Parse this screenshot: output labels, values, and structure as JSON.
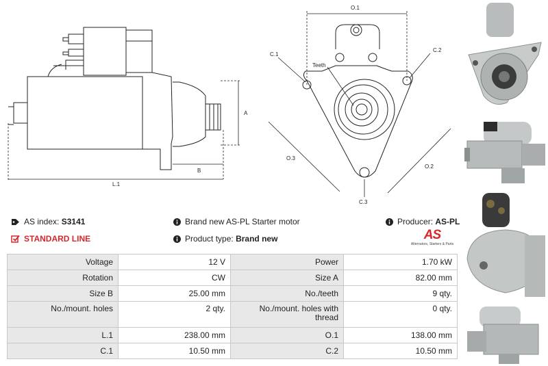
{
  "drawing_labels": {
    "side": {
      "A": "A",
      "B": "B",
      "L1": "L.1"
    },
    "front": {
      "O1": "O.1",
      "O2": "O.2",
      "O3": "O.3",
      "C1": "C.1",
      "C2": "C.2",
      "C3": "C.3",
      "teeth": "Teeth"
    }
  },
  "info": {
    "as_index_label": "AS index:",
    "as_index_value": "S3141",
    "line_badge": "STANDARD LINE",
    "description": "Brand new AS-PL Starter motor",
    "product_type_label": "Product type:",
    "product_type_value": "Brand new",
    "producer_label": "Producer:",
    "producer_value": "AS-PL",
    "logo_text": "AS",
    "logo_tagline": "Alternators, Starters & Parts"
  },
  "specs": [
    {
      "l1": "Voltage",
      "v1": "12 V",
      "l2": "Power",
      "v2": "1.70 kW"
    },
    {
      "l1": "Rotation",
      "v1": "CW",
      "l2": "Size A",
      "v2": "82.00 mm"
    },
    {
      "l1": "Size B",
      "v1": "25.00 mm",
      "l2": "No./teeth",
      "v2": "9 qty."
    },
    {
      "l1": "No./mount. holes",
      "v1": "2 qty.",
      "l2": "No./mount. holes with thread",
      "v2": "0 qty."
    },
    {
      "l1": "L.1",
      "v1": "238.00 mm",
      "l2": "O.1",
      "v2": "138.00 mm"
    },
    {
      "l1": "C.1",
      "v1": "10.50 mm",
      "l2": "C.2",
      "v2": "10.50 mm"
    }
  ],
  "colors": {
    "accent_red": "#d8262c",
    "label_bg": "#e8e8e8",
    "border": "#c8c8c8"
  },
  "icons": [
    "tag-icon",
    "info-icon",
    "check-badge-icon"
  ]
}
